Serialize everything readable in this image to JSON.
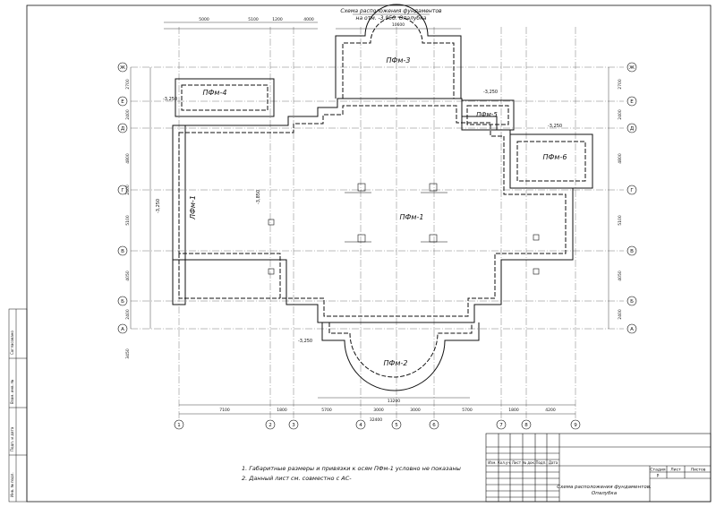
{
  "title": {
    "line1": "Схема расположения фундаментов",
    "line2": "на отм. -3,950. Опалубка"
  },
  "axes_letters": [
    "Ж",
    "Е",
    "Д",
    "Г",
    "В",
    "Б",
    "А"
  ],
  "axes_numbers": [
    "1",
    "2",
    "3",
    "4",
    "5",
    "6",
    "7",
    "8",
    "9"
  ],
  "left_dims": [
    "2700",
    "2400",
    "4800",
    "2400",
    "5100",
    "4050",
    "2400",
    "3450"
  ],
  "right_dims": [
    "2700",
    "2400",
    "4800",
    "5100",
    "4050",
    "2400"
  ],
  "bottom_dims": [
    "7100",
    "1800",
    "5700",
    "3000",
    "3000",
    "5700",
    "1800",
    "4200"
  ],
  "bottom_total": "32400",
  "bottom_sub": "13200",
  "top_dims": [
    "5000",
    "5100",
    "1200",
    "4000"
  ],
  "top_sub": "10600",
  "elevation": "-3,250",
  "level_side": "-3,850",
  "marks": {
    "pfm1": "ПФм-1",
    "pfm2": "ПФм-2",
    "pfm3": "ПФм-3",
    "pfm4": "ПФм-4",
    "pfm5": "ПФм-5",
    "pfm6": "ПФм-6",
    "lfm1": "ЛФм-1"
  },
  "notes": [
    "1. Габаритные размеры и привязки к осям ПФм-1 условно не показаны",
    "2. Данный лист см. совместно с АС-"
  ],
  "stamp": {
    "headers": [
      "Изм.",
      "Кол.уч.",
      "Лист",
      "№ док.",
      "Подп.",
      "Дата"
    ],
    "stage_label": "Стадия",
    "sheet_label": "Лист",
    "sheets_label": "Листов",
    "stage_value": "Р",
    "doc_title_1": "Схема расположения фундаментов.",
    "doc_title_2": "Опалубка"
  },
  "left_strip": [
    "Инв. № подл.",
    "Подп. и дата",
    "Взам. инв. №",
    "Согласовано"
  ]
}
